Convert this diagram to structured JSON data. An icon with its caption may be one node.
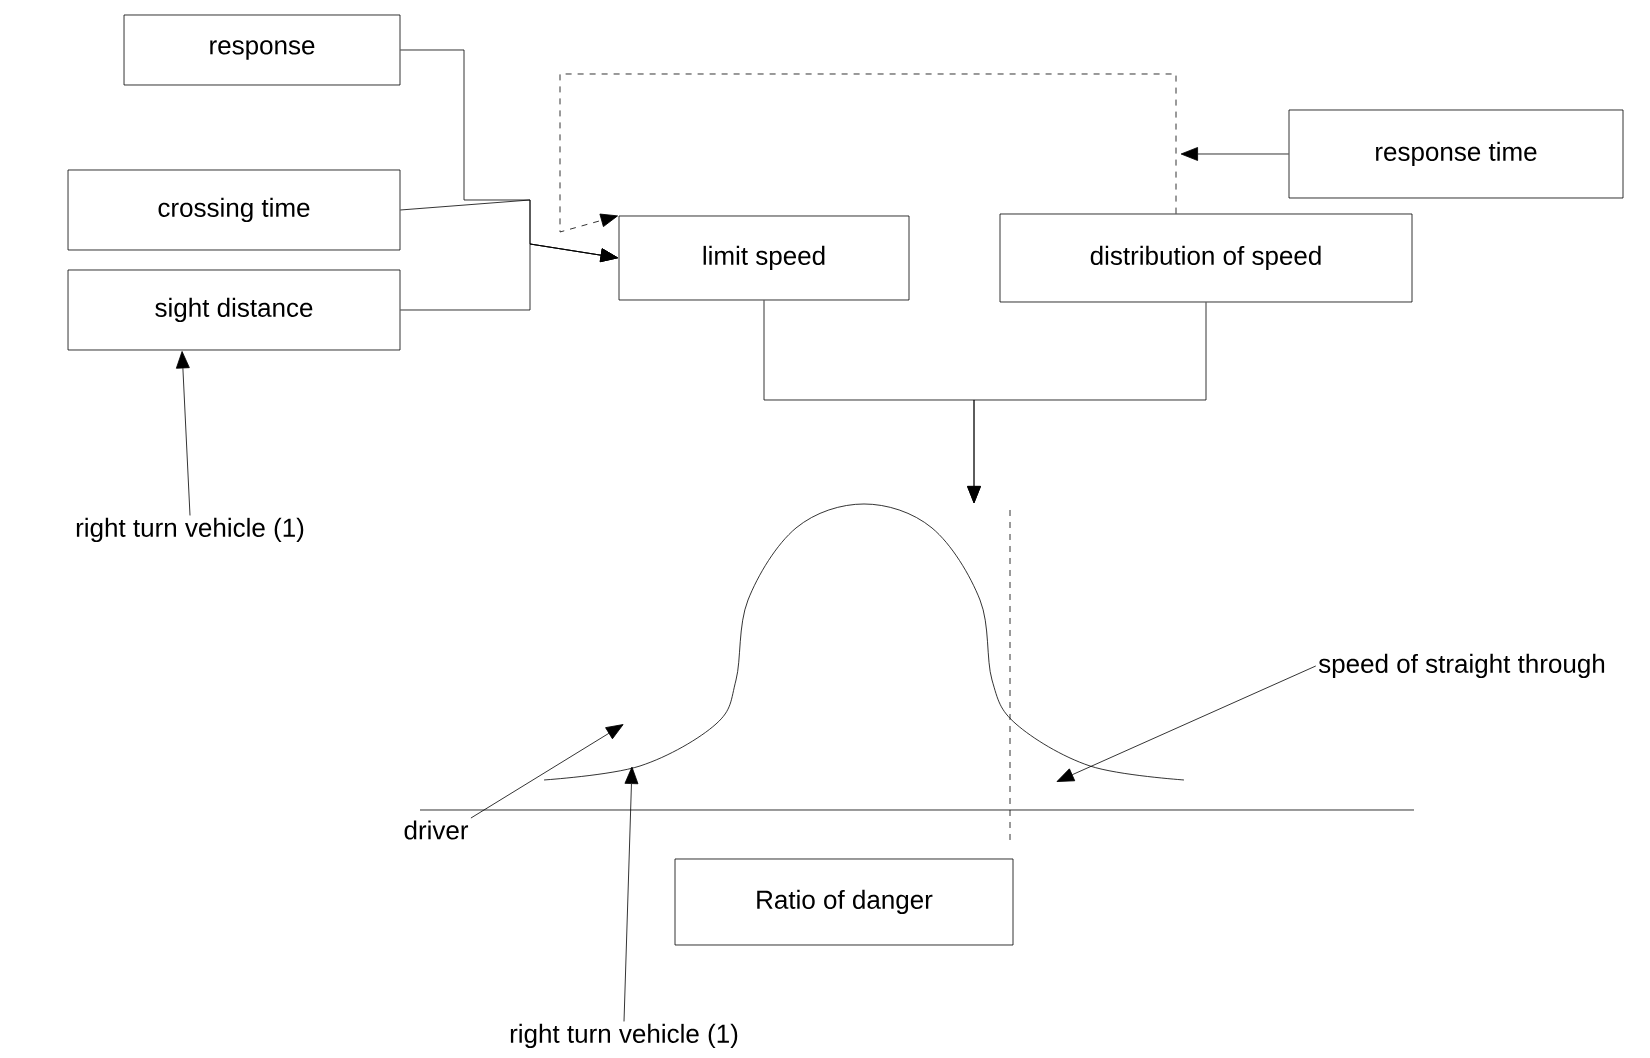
{
  "diagram": {
    "nodes": [
      {
        "text": [
          "response"
        ]
      },
      {
        "text": [
          "crossing time"
        ]
      },
      {
        "text": [
          "sight distance"
        ]
      },
      {
        "text": [
          "limit speed"
        ]
      },
      {
        "text": [
          "distribution of speed"
        ]
      },
      {
        "text": [
          "response time"
        ]
      },
      {
        "text": [
          "right turn vehicle (1)"
        ]
      },
      {
        "text": [],
        "shape": "picture"
      },
      {
        "text": [
          "driver"
        ]
      },
      {
        "text": [
          "speed of straight through"
        ]
      },
      {
        "text": [
          "Ratio of danger"
        ]
      },
      {
        "text": [
          "right turn vehicle (1)"
        ]
      }
    ],
    "edges": [
      {
        "from": 0,
        "to": 3,
        "arrow": "to"
      },
      {
        "from": 1,
        "to": 3,
        "arrow": "to"
      },
      {
        "from": 2,
        "to": 3,
        "arrow": "to"
      },
      {
        "from": 4,
        "to": 3,
        "arrow": "to",
        "style": "dashed"
      },
      {
        "from": 5,
        "to": null,
        "arrow": "to"
      },
      {
        "from": 3,
        "to": 7,
        "arrow": "to"
      },
      {
        "from": 4,
        "to": 7,
        "arrow": "to"
      },
      {
        "from": 6,
        "to": 2,
        "arrow": "to"
      },
      {
        "from": 8,
        "to": 7,
        "arrow": "to"
      },
      {
        "from": 9,
        "to": 7,
        "arrow": "to"
      },
      {
        "from": 11,
        "to": 7,
        "arrow": "to"
      }
    ]
  }
}
